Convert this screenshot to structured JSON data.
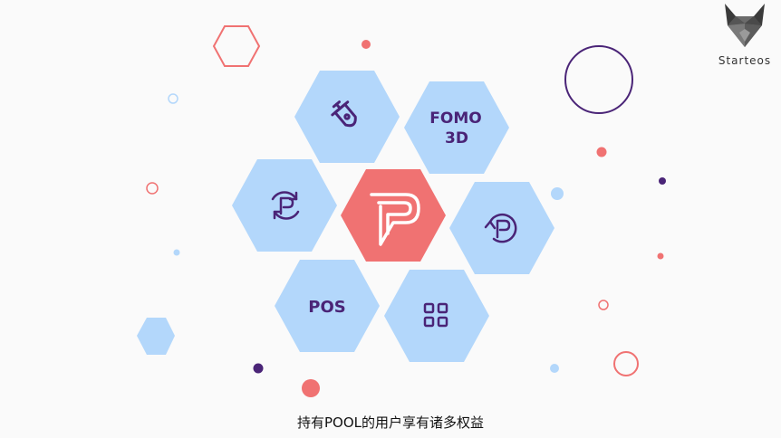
{
  "brand": {
    "name": "Starteos",
    "icon": "wolf-head-icon"
  },
  "hexagons": {
    "top_left": {
      "icon": "rocket-icon"
    },
    "top_right": {
      "line1": "FOMO",
      "line2": "3D"
    },
    "middle_left": {
      "icon": "refresh-p-icon"
    },
    "center": {
      "icon": "pool-p-logo-icon"
    },
    "middle_right": {
      "icon": "rewind-p-icon"
    },
    "bottom_left": {
      "label": "POS"
    },
    "bottom_right": {
      "icon": "grid-apps-icon"
    }
  },
  "caption": "持有POOL的用户享有诸多权益",
  "colors": {
    "hex_blue": "#b3d7fb",
    "hex_red": "#f07272",
    "icon_purple": "#4a2477",
    "accent_red": "#f07272"
  }
}
